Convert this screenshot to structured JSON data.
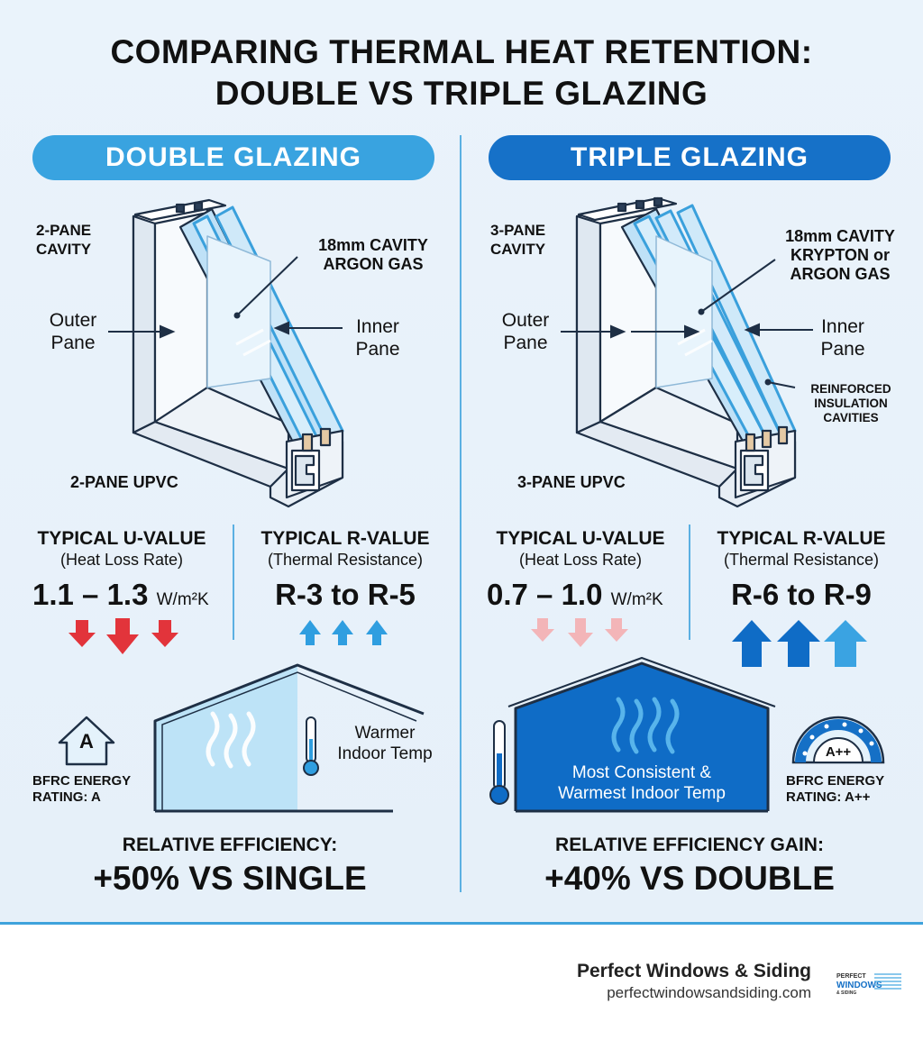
{
  "title": {
    "line1": "COMPARING THERMAL HEAT RETENTION:",
    "line2": "DOUBLE VS TRIPLE GLAZING"
  },
  "colors": {
    "accent_light": "#3ba4df",
    "accent_dark": "#1570c6",
    "arrow_red": "#e2343b",
    "arrow_blue": "#2f9ee0",
    "arrow_blue_dark": "#0f6cc6"
  },
  "double": {
    "header": "DOUBLE GLAZING",
    "cavity_label": [
      "2-PANE",
      "CAVITY"
    ],
    "gas_label": [
      "18mm CAVITY",
      "ARGON GAS"
    ],
    "outer_pane": [
      "Outer",
      "Pane"
    ],
    "inner_pane": [
      "Inner",
      "Pane"
    ],
    "frame_label": "2-PANE UPVC",
    "u_title": "TYPICAL U-VALUE",
    "u_sub": "(Heat Loss Rate)",
    "u_value": "1.1 – 1.3",
    "u_unit": "W/m²K",
    "r_title": "TYPICAL R-VALUE",
    "r_sub": "(Thermal Resistance)",
    "r_value": "R-3 to R-5",
    "rating_letter": "A",
    "rating_label": [
      "BFRC ENERGY",
      "RATING: A"
    ],
    "house_label": [
      "Warmer",
      "Indoor Temp"
    ],
    "eff_title": "RELATIVE EFFICIENCY:",
    "eff_value": "+50% VS SINGLE"
  },
  "triple": {
    "header": "TRIPLE GLAZING",
    "cavity_label": [
      "3-PANE",
      "CAVITY"
    ],
    "gas_label": [
      "18mm CAVITY",
      "KRYPTON or",
      "ARGON GAS"
    ],
    "outer_pane": [
      "Outer",
      "Pane"
    ],
    "inner_pane": [
      "Inner",
      "Pane"
    ],
    "reinforced_label": [
      "REINFORCED",
      "INSULATION",
      "CAVITIES"
    ],
    "frame_label": "3-PANE UPVC",
    "u_title": "TYPICAL U-VALUE",
    "u_sub": "(Heat Loss Rate)",
    "u_value": "0.7 – 1.0",
    "u_unit": "W/m²K",
    "r_title": "TYPICAL R-VALUE",
    "r_sub": "(Thermal Resistance)",
    "r_value": "R-6 to R-9",
    "rating_letter": "A++",
    "rating_label": [
      "BFRC ENERGY",
      "RATING: A++"
    ],
    "house_label": [
      "Most Consistent &",
      "Warmest Indoor Temp"
    ],
    "eff_title": "RELATIVE EFFICIENCY GAIN:",
    "eff_value": "+40% VS DOUBLE"
  },
  "footer": {
    "company": "Perfect Windows & Siding",
    "url": "perfectwindowsandsiding.com",
    "logo_lines": [
      "PERFECT",
      "WINDOWS",
      "& SIDING"
    ]
  }
}
